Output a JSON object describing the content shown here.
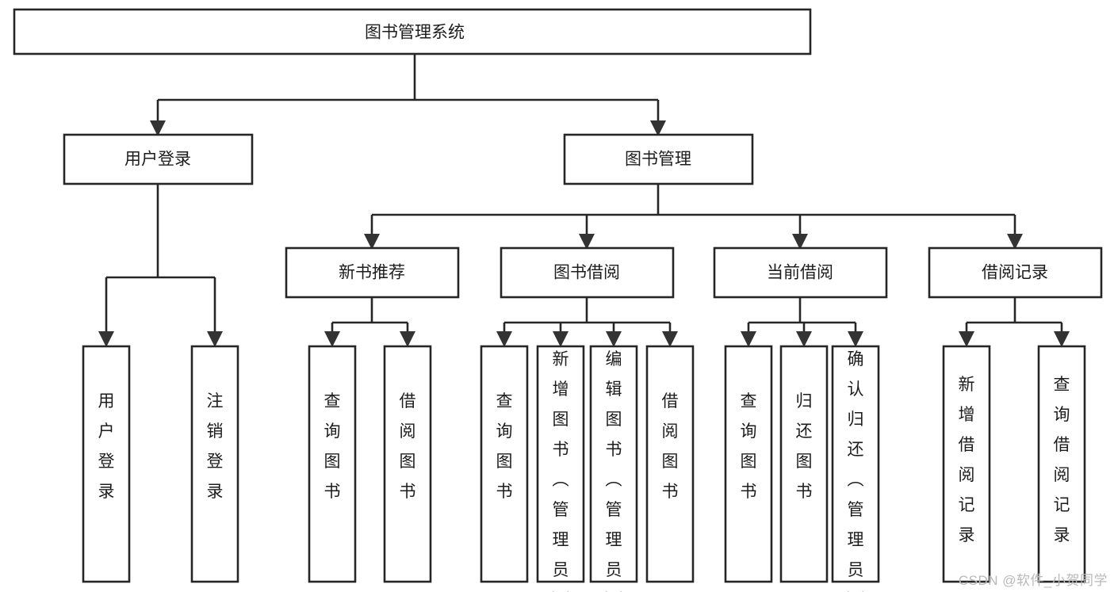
{
  "diagram": {
    "type": "tree",
    "title": "图书管理系统",
    "watermark": "CSDN @软件_小贺同学",
    "colors": {
      "box_stroke": "#262626",
      "box_fill": "#ffffff",
      "text": "#1c1c1c",
      "arrow": "#333333",
      "watermark": "#b9b9b9",
      "background": "#ffffff"
    },
    "root": {
      "id": "root",
      "label": "图书管理系统",
      "orientation": "horizontal"
    },
    "level2": [
      {
        "id": "user-login",
        "label": "用户登录",
        "orientation": "horizontal"
      },
      {
        "id": "book-management",
        "label": "图书管理",
        "orientation": "horizontal"
      }
    ],
    "level3": [
      {
        "id": "new-book-recommend",
        "label": "新书推荐",
        "orientation": "horizontal",
        "parent": "book-management"
      },
      {
        "id": "book-borrow",
        "label": "图书借阅",
        "orientation": "horizontal",
        "parent": "book-management"
      },
      {
        "id": "current-borrow",
        "label": "当前借阅",
        "orientation": "horizontal",
        "parent": "book-management"
      },
      {
        "id": "borrow-record",
        "label": "借阅记录",
        "orientation": "horizontal",
        "parent": "book-management"
      }
    ],
    "leaves": [
      {
        "id": "leaf-user-login",
        "label": "用户登录",
        "orientation": "vertical",
        "parent": "user-login"
      },
      {
        "id": "leaf-logout",
        "label": "注销登录",
        "orientation": "vertical",
        "parent": "user-login"
      },
      {
        "id": "leaf-query-book-1",
        "label": "查询图书",
        "orientation": "vertical",
        "parent": "new-book-recommend"
      },
      {
        "id": "leaf-borrow-book-1",
        "label": "借阅图书",
        "orientation": "vertical",
        "parent": "new-book-recommend"
      },
      {
        "id": "leaf-query-book-2",
        "label": "查询图书",
        "orientation": "vertical",
        "parent": "book-borrow"
      },
      {
        "id": "leaf-add-book",
        "label": "新增图书（管理员）",
        "orientation": "vertical",
        "parent": "book-borrow"
      },
      {
        "id": "leaf-edit-book",
        "label": "编辑图书（管理员）",
        "orientation": "vertical",
        "parent": "book-borrow"
      },
      {
        "id": "leaf-borrow-book-2",
        "label": "借阅图书",
        "orientation": "vertical",
        "parent": "book-borrow"
      },
      {
        "id": "leaf-query-book-3",
        "label": "查询图书",
        "orientation": "vertical",
        "parent": "current-borrow"
      },
      {
        "id": "leaf-return-book",
        "label": "归还图书",
        "orientation": "vertical",
        "parent": "current-borrow"
      },
      {
        "id": "leaf-confirm-return",
        "label": "确认归还（管理员）",
        "orientation": "vertical",
        "parent": "current-borrow"
      },
      {
        "id": "leaf-add-record",
        "label": "新增借阅记录",
        "orientation": "vertical",
        "parent": "borrow-record"
      },
      {
        "id": "leaf-query-record",
        "label": "查询借阅记录",
        "orientation": "vertical",
        "parent": "borrow-record"
      }
    ]
  }
}
